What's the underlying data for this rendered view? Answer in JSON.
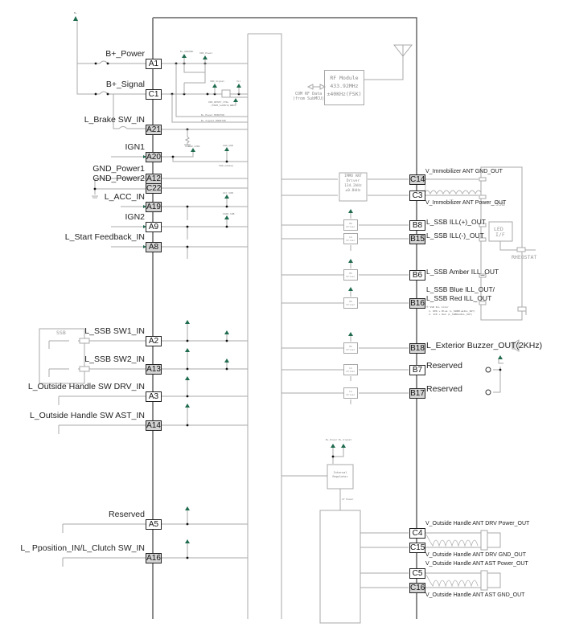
{
  "diagram": {
    "title_labels": {
      "top_power_tag": "B+"
    },
    "left_pins": [
      {
        "pin": "A1",
        "label": "B+_Power"
      },
      {
        "pin": "C1",
        "label": "B+_Signal"
      },
      {
        "pin": "A21",
        "label": "L_Brake SW_IN"
      },
      {
        "pin": "A20",
        "label": "IGN1"
      },
      {
        "pin": "A12",
        "label": "GND_Power1"
      },
      {
        "pin": "C22",
        "label": "GND_Power2"
      },
      {
        "pin": "A19",
        "label": "L_ACC_IN"
      },
      {
        "pin": "A9",
        "label": "IGN2"
      },
      {
        "pin": "A8",
        "label": "L_Start Feedback_IN"
      },
      {
        "pin": "A2",
        "label": "L_SSB SW1_IN"
      },
      {
        "pin": "A13",
        "label": "L_SSB SW2_IN"
      },
      {
        "pin": "A3",
        "label": "L_Outside Handle SW DRV_IN"
      },
      {
        "pin": "A14",
        "label": "L_Outside Handle SW AST_IN"
      },
      {
        "pin": "A5",
        "label": "Reserved"
      },
      {
        "pin": "A16",
        "label": "L_ Pposition_IN/L_Clutch SW_IN"
      }
    ],
    "right_pins": [
      {
        "pin": "C14",
        "label": "V_Immobilizer ANT GND_OUT"
      },
      {
        "pin": "C3",
        "label": "V_Immobilizer ANT Power_OUT"
      },
      {
        "pin": "B8",
        "label": "L_SSB ILL(+)_OUT"
      },
      {
        "pin": "B15",
        "label": "L_SSB ILL(-)_OUT"
      },
      {
        "pin": "B6",
        "label": "L_SSB Amber ILL_OUT"
      },
      {
        "pin": "B16",
        "label": "L_SSB Blue ILL_OUT/",
        "label2": "L_SSB Red ILL_OUT"
      },
      {
        "pin": "B18",
        "label": "L_Exterior Buzzer_OUT(2KHz)"
      },
      {
        "pin": "B7",
        "label": "Reserved"
      },
      {
        "pin": "B17",
        "label": "Reserved"
      },
      {
        "pin": "C4",
        "label": "V_Outside Handle ANT DRV Power_OUT"
      },
      {
        "pin": "C15",
        "label": "V_Outside Handle ANT DRV GND_OUT"
      },
      {
        "pin": "C5",
        "label": "V_Outside Handle ANT AST Power_OUT"
      },
      {
        "pin": "C16",
        "label": "V_Outside Handle ANT AST GND_OUT"
      }
    ],
    "rf_module": {
      "line1": "RF Module",
      "line2": "433.92MHz",
      "line3": "±40KHz(FSK)",
      "data_label1": "COM RF Data",
      "data_label2": "(from SubMCU)"
    },
    "imd_driver": {
      "line1": "IMMO ANT",
      "line2": "Driver",
      "line3": "134.2kHz",
      "line4": "±0.8kHz"
    },
    "drivers": {
      "hs": [
        "HS",
        "Driver"
      ],
      "ls": [
        "LS",
        "Driver"
      ]
    },
    "regulator": {
      "line1": "Internal",
      "line2": "Regulator",
      "out_label": "LF Power",
      "in1": "B+_Power",
      "in2": "B+_Signal"
    },
    "ssb_block": {
      "title": "SSB",
      "led_line1": "LED",
      "led_line2": "I/F",
      "rheostat": "RHEOSTAT"
    },
    "ssb_switch_block": {
      "title": "SSB"
    },
    "ssb_note": {
      "line1": "※ SSB ILL Color",
      "line2": "1. RED + Blue (L_SSBBlueILL_OUT)",
      "line3": "2. ICE + Red (L_SSBRedILL_OUT)"
    },
    "small_tags": {
      "b_plus_unused": "B+_UNUSED",
      "vdd_power": "VDD_Power",
      "vdd_signal": "VDD_Signal",
      "vcc": "Vcc",
      "reset_ctrl1": "VDD_RESET_CTRL",
      "reset_ctrl2": "(FROM_SubMCU)",
      "x3": "x3",
      "b_power_monitor": "B+_Power_MONITOR",
      "b_signal_monitor": "B+_Signal_MONITOR",
      "ign_lrd": "IGN_LDRO",
      "ign_sub": "IGN_SUB",
      "ign_sub_wake": "IGN_wakeup",
      "acc_sub": "ACC_SUB",
      "ign2_sub": "IGN2_SUB",
      "vdd_signal_small": "VDD_Signal",
      "ssb_sw1_sub": "SSB_SW1_SUB",
      "ssb_sw2_sub": "SSB_SW2_SUB",
      "vdd_power_small": "VDD_Power"
    }
  }
}
